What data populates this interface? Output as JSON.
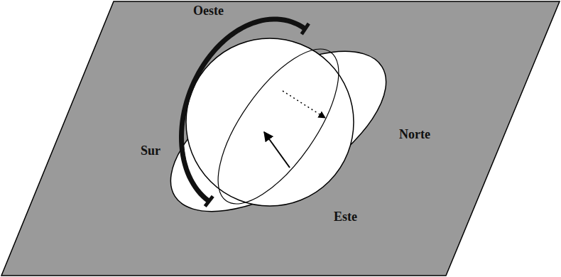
{
  "diagram": {
    "labels": [
      "Oeste",
      "Sur",
      "Norte",
      "Este"
    ]
  }
}
